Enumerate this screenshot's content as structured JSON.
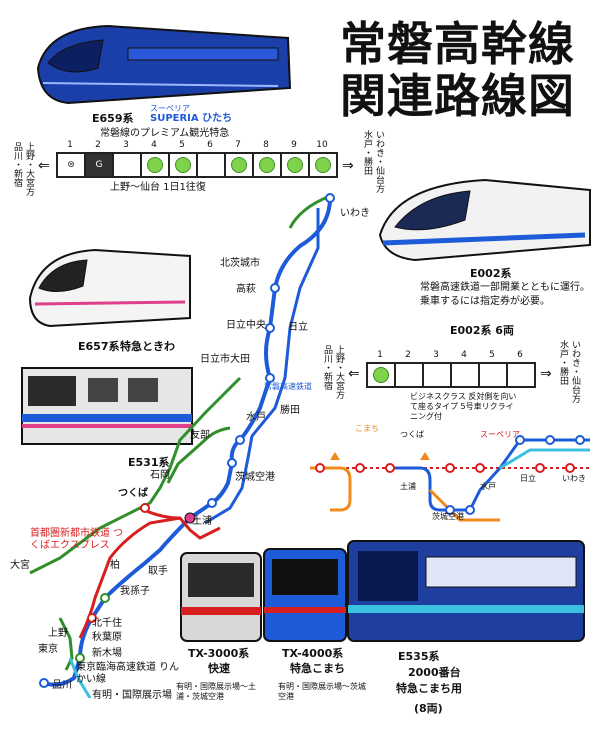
{
  "title": {
    "line1": "常磐高幹線",
    "line2": "関連路線図"
  },
  "trains": {
    "e659": {
      "series": "E659系",
      "name_kana": "スーペリア",
      "name": "SUPERIA ひたち",
      "desc": "常磐線のプレミアム観光特急"
    },
    "e657": {
      "series": "E657系",
      "name": "特急ときわ"
    },
    "e531": {
      "series": "E531系"
    },
    "e002": {
      "series": "E002系",
      "note_line1": "常磐高速鉄道一部開業とともに運行。",
      "note_line2": "乗車するには指定券が必要。",
      "cars_label": "E002系 6両"
    },
    "tx3000": {
      "series": "TX-3000系",
      "service": "快速",
      "route": "有明・国際展示場〜土浦・茨城空港"
    },
    "tx4000": {
      "series": "TX-4000系",
      "service": "特急こまち",
      "route": "有明・国際展示場〜茨城空港"
    },
    "e535": {
      "series": "E535系",
      "number": "2000番台",
      "service": "特急こまち用",
      "cars": "(8両)"
    }
  },
  "formation_e659": {
    "left_dest": "品川・新宿",
    "left_dest2": "上野・大宮方",
    "right_dest": "水戸・勝田",
    "right_dest2": "いわき・仙台方",
    "car_numbers": [
      "1",
      "2",
      "3",
      "4",
      "5",
      "6",
      "7",
      "8",
      "9",
      "10"
    ],
    "caption": "上野〜仙台 1日1往復"
  },
  "formation_e002": {
    "left_dest": "品川・新宿",
    "left_dest2": "上野・大宮方",
    "right_dest": "水戸・勝田",
    "right_dest2": "いわき・仙台方",
    "car_numbers": [
      "1",
      "2",
      "3",
      "4",
      "5",
      "6"
    ],
    "note": "ビジネスクラス 反対側を向いて座るタイプ 5号車リクライニング付"
  },
  "map_labels": {
    "iwaki": "いわき",
    "kitaibaraki": "北茨城市",
    "takahagi": "高萩",
    "hitachichuo": "日立中央",
    "hitachi": "日立",
    "hitachitaga": "日立市大田",
    "katsuta": "勝田",
    "mito": "水戸",
    "tomobe": "友部",
    "ishioka": "石岡",
    "tsukuba": "つくば",
    "tsuchiura": "土浦",
    "ibarakikuko": "茨城空港",
    "kashiwa": "柏",
    "abiko": "我孫子",
    "toride": "取手",
    "omiya": "大宮",
    "kitasenju": "北千住",
    "ueno": "上野",
    "tokyo": "東京",
    "shinagawa": "品川",
    "akihabara": "秋葉原",
    "shinkiba": "新木場",
    "tx_label": "首都圏新都市鉄道 つくばエクスプレス",
    "rinkai_label": "東京臨海高速鉄道 りんかい線",
    "ariake": "有明・国際展示場",
    "joban_hs": "常磐高速鉄道"
  },
  "schematic_labels": {
    "komachi": "こまち",
    "superia": "スーペリア",
    "tsukuba": "つくば",
    "tsuchiura": "土浦",
    "mito": "水戸",
    "hitachi": "日立",
    "iwaki": "いわき",
    "ibaraki": "茨城空港"
  },
  "colors": {
    "joban": "#1e5bd8",
    "tx": "#d81e1e",
    "green": "#2f8f2a",
    "cyan": "#3cc0e0",
    "orange": "#f08a1c",
    "pink": "#e0408a"
  }
}
